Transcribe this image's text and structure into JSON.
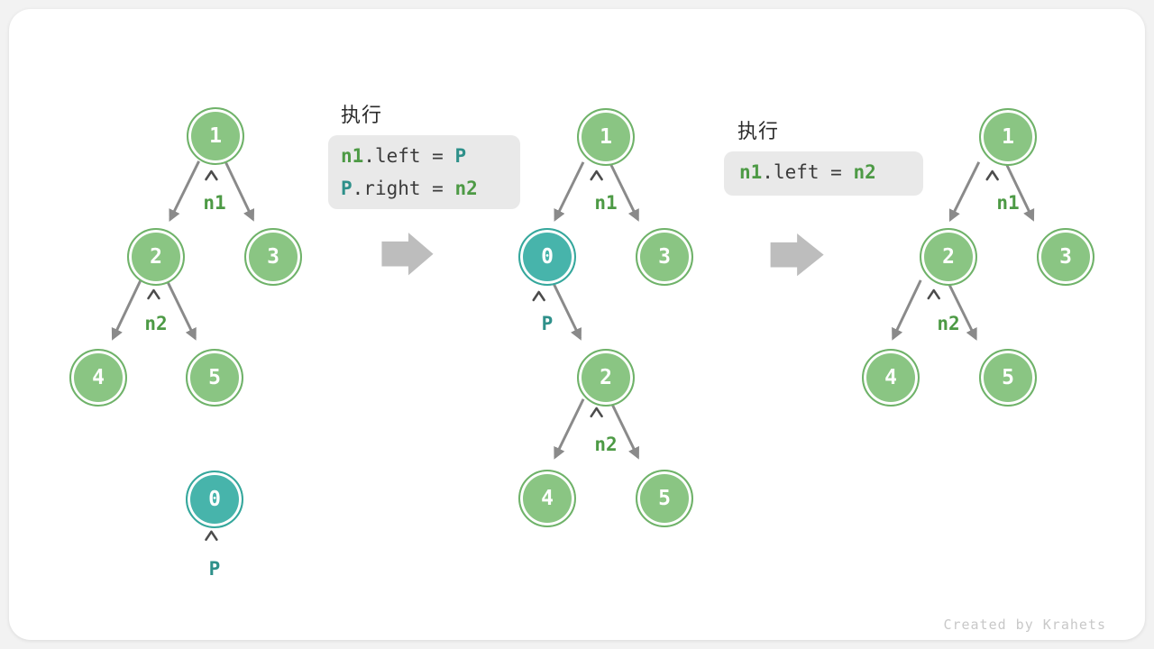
{
  "page": {
    "watermark": "Created by Krahets"
  },
  "colors": {
    "green_fill": "#8ac583",
    "green_border": "#6fb269",
    "teal_fill": "#47b4ab",
    "teal_border": "#35a79c",
    "label_green": "#4d9a45",
    "label_teal": "#2e908a",
    "edge_gray": "#8a8a8a",
    "caret_gray": "#4c4c4c",
    "flow_arrow": "#bdbdbd",
    "code_bg": "#e9e9e9",
    "code_text": "#3b3b3b",
    "page_bg": "#f2f2f2",
    "card_bg": "#ffffff",
    "watermark": "#c8c8c8",
    "title_text": "#2a2a2a"
  },
  "labels": {
    "v0": "0",
    "v1": "1",
    "v2": "2",
    "v3": "3",
    "v4": "4",
    "v5": "5",
    "n1": "n1",
    "n2": "n2",
    "p": "P"
  },
  "panel1": {
    "title": "执行",
    "line1": {
      "t1": "n1",
      "t2": ".left = ",
      "t3": "P"
    },
    "line2": {
      "t1": "P",
      "t2": ".right = ",
      "t3": "n2"
    }
  },
  "panel2": {
    "title": "执行",
    "line1": {
      "t1": "n1",
      "t2": ".left = ",
      "t3": "n2"
    }
  },
  "trees": {
    "tree1": {
      "node_values": [
        "1",
        "2",
        "3",
        "4",
        "5"
      ],
      "detached_node": "0",
      "edges": [
        [
          "1",
          "2"
        ],
        [
          "1",
          "3"
        ],
        [
          "2",
          "4"
        ],
        [
          "2",
          "5"
        ]
      ],
      "pointers": [
        {
          "label": "n1",
          "points_to": "1"
        },
        {
          "label": "n2",
          "points_to": "2"
        },
        {
          "label": "P",
          "points_to": "0"
        }
      ]
    },
    "tree2": {
      "node_values": [
        "1",
        "0",
        "3",
        "2",
        "4",
        "5"
      ],
      "edges": [
        [
          "1",
          "0"
        ],
        [
          "1",
          "3"
        ],
        [
          "0",
          "2"
        ],
        [
          "2",
          "4"
        ],
        [
          "2",
          "5"
        ]
      ],
      "pointers": [
        {
          "label": "n1",
          "points_to": "1"
        },
        {
          "label": "P",
          "points_to": "0"
        },
        {
          "label": "n2",
          "points_to": "2"
        }
      ]
    },
    "tree3": {
      "node_values": [
        "1",
        "2",
        "3",
        "4",
        "5"
      ],
      "edges": [
        [
          "1",
          "2"
        ],
        [
          "1",
          "3"
        ],
        [
          "2",
          "4"
        ],
        [
          "2",
          "5"
        ]
      ],
      "pointers": [
        {
          "label": "n1",
          "points_to": "1"
        },
        {
          "label": "n2",
          "points_to": "2"
        }
      ]
    }
  }
}
